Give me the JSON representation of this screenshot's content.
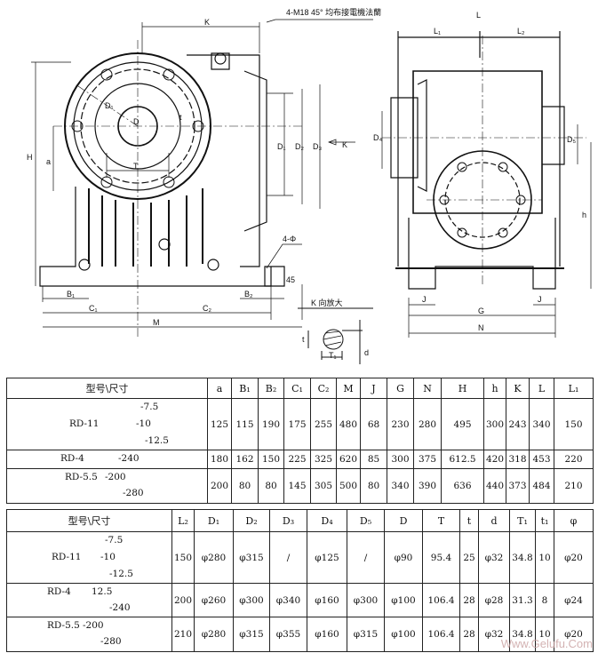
{
  "drawing": {
    "flange_note": "4-M18 45° 均布接電機法蘭",
    "view_note": "K  向放大",
    "hole_note": "4-Φ",
    "labels": {
      "K": "K",
      "L": "L",
      "L1": "L₁",
      "L2": "L₂",
      "H": "H",
      "a": "a",
      "D1": "D₁",
      "D2": "D₂",
      "D3": "D₃",
      "D4": "D₄",
      "D5": "D₅",
      "D": "D",
      "t": "t",
      "T": "T",
      "T1": "T₁",
      "d": "d",
      "h": "h",
      "B1": "B₁",
      "B2": "B₂",
      "C1": "C₁",
      "C2": "C₂",
      "M": "M",
      "J": "J",
      "G": "G",
      "N": "N",
      "h45": "45",
      "Karrow": "K"
    }
  },
  "table1": {
    "corner": "型号\\尺寸",
    "headers": [
      "a",
      "B₁",
      "B₂",
      "C₁",
      "C₂",
      "M",
      "J",
      "G",
      "N",
      "H",
      "h",
      "K",
      "L",
      "L₁"
    ],
    "rows": [
      {
        "model": "RD-11",
        "variants": [
          "-7.5",
          "-10",
          "-12.5"
        ],
        "values": [
          "125",
          "115",
          "190",
          "175",
          "255",
          "480",
          "68",
          "230",
          "280",
          "495",
          "300",
          "243",
          "340",
          "150"
        ]
      },
      {
        "model": "RD-4",
        "variants": [
          "-240"
        ],
        "values": [
          "180",
          "162",
          "150",
          "225",
          "325",
          "620",
          "85",
          "300",
          "375",
          "612.5",
          "420",
          "318",
          "453",
          "220"
        ]
      },
      {
        "model": "RD-5.5",
        "variants": [
          "-200",
          "-280"
        ],
        "values": [
          "200",
          "80",
          "80",
          "145",
          "305",
          "500",
          "80",
          "340",
          "390",
          "636",
          "440",
          "373",
          "484",
          "210"
        ]
      }
    ]
  },
  "table2": {
    "corner": "型号\\尺寸",
    "headers": [
      "L₂",
      "D₁",
      "D₂",
      "D₃",
      "D₄",
      "D₅",
      "D",
      "T",
      "t",
      "d",
      "T₁",
      "t₁",
      "φ"
    ],
    "rows": [
      {
        "model": "RD-11",
        "variants": [
          "-7.5",
          "-10",
          "-12.5"
        ],
        "values": [
          "150",
          "φ280",
          "φ315",
          "/",
          "φ125",
          "/",
          "φ90",
          "95.4",
          "25",
          "φ32",
          "34.8",
          "10",
          "φ20"
        ]
      },
      {
        "model": "RD-4",
        "variants": [
          "12.5",
          "-240"
        ],
        "values": [
          "200",
          "φ260",
          "φ300",
          "φ340",
          "φ160",
          "φ300",
          "φ100",
          "106.4",
          "28",
          "φ28",
          "31.3",
          "8",
          "φ24"
        ]
      },
      {
        "model": "RD-5.5",
        "variants": [
          "-200",
          "-280"
        ],
        "values": [
          "210",
          "φ280",
          "φ315",
          "φ355",
          "φ160",
          "φ315",
          "φ100",
          "106.4",
          "28",
          "φ32",
          "34.8",
          "10",
          "φ20"
        ]
      }
    ]
  },
  "watermark": "Www.Gelufu.Com"
}
